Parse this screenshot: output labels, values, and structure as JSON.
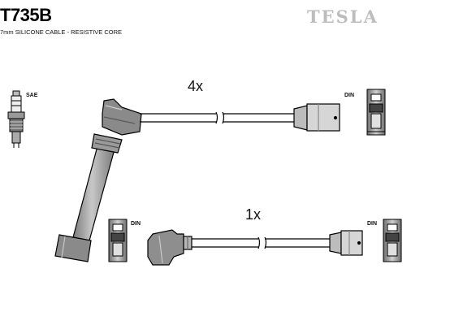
{
  "header": {
    "product_code": "T735B",
    "spec_text": "7mm SILICONE CABLE - RESISTIVE CORE",
    "brand": "TESLA"
  },
  "labels": {
    "sae": "SAE",
    "din_top": "DIN",
    "din_left": "DIN",
    "din_right": "DIN"
  },
  "quantities": {
    "upper_set": "4x",
    "lower_set": "1x"
  },
  "colors": {
    "line": "#000000",
    "fill_mid": "#9a9a9a",
    "fill_light": "#cfcfcf",
    "fill_dark": "#6e6e6e",
    "brand": "#bdbdbd"
  },
  "icons": [
    "spark-plug-icon",
    "din-terminal-icon",
    "coil-boot-icon",
    "angled-boot-icon"
  ]
}
